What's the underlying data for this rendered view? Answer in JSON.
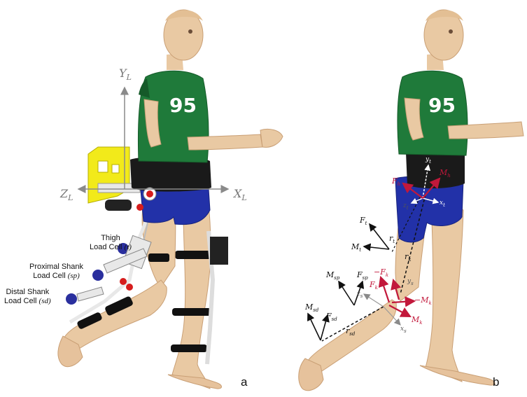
{
  "panel_a": {
    "letter": "a",
    "axes": {
      "y": "Y",
      "z": "Z",
      "x": "X",
      "subscript": "L"
    },
    "jersey_number": "95",
    "load_cells": [
      {
        "line1": "Thigh",
        "line2_text": "Load Cell",
        "line2_sym": "(t)"
      },
      {
        "line1": "Proximal Shank",
        "line2_text": "Load Cell",
        "line2_sym": "(sp)"
      },
      {
        "line1": "Distal Shank",
        "line2_text": "Load Cell",
        "line2_sym": "(sd)"
      }
    ]
  },
  "panel_b": {
    "letter": "b",
    "jersey_number": "95",
    "vectors": {
      "F_h": {
        "base": "F",
        "sub": "h"
      },
      "M_h": {
        "base": "M",
        "sub": "h"
      },
      "y_t": {
        "base": "y",
        "sub": "t"
      },
      "z_t": {
        "base": "z",
        "sub": "t"
      },
      "x_t": {
        "base": "x",
        "sub": "t"
      },
      "F_t": {
        "base": "F",
        "sub": "t"
      },
      "M_t": {
        "base": "M",
        "sub": "t"
      },
      "r_t": {
        "base": "r",
        "sub": "t"
      },
      "r_k": {
        "base": "r",
        "sub": "k"
      },
      "neg_F_k": {
        "base": "−F",
        "sub": "k"
      },
      "F_k": {
        "base": "F",
        "sub": "k"
      },
      "neg_M_k": {
        "base": "−M",
        "sub": "k"
      },
      "M_k": {
        "base": "M",
        "sub": "k"
      },
      "M_sp": {
        "base": "M",
        "sub": "sp"
      },
      "F_sp": {
        "base": "F",
        "sub": "sp"
      },
      "M_sd": {
        "base": "M",
        "sub": "sd"
      },
      "F_sd": {
        "base": "F",
        "sub": "sd"
      },
      "r_sd": {
        "base": "r",
        "sub": "sd"
      },
      "z_s": {
        "base": "z",
        "sub": "s"
      },
      "x_s": {
        "base": "x",
        "sub": "s"
      },
      "y_s": {
        "base": "y",
        "sub": "s"
      }
    }
  },
  "colors": {
    "skin": "#e9c9a3",
    "skin_shade": "#d2a67c",
    "shirt": "#1f7a3a",
    "shorts": "#2231a8",
    "belt": "#1a1a1a",
    "yellow_frame": "#f2ea1a",
    "load_cell": "#2a2f9e",
    "force_red": "#c2183b",
    "axis_gray": "#8a8a8a"
  }
}
